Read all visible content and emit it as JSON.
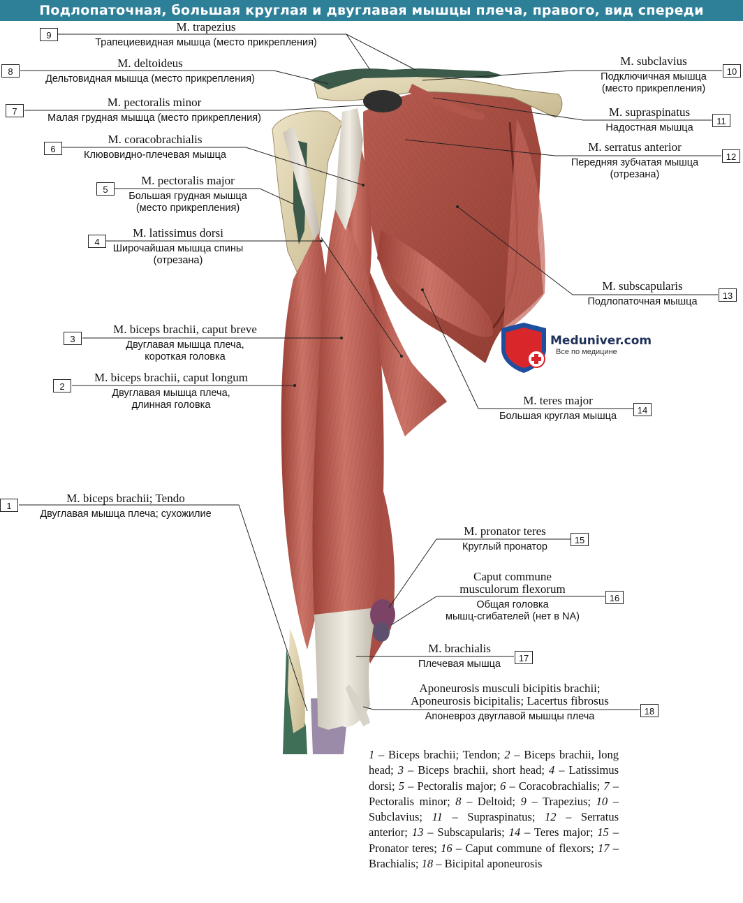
{
  "title": "Подлопаточная, большая круглая и двуглавая мышцы плеча, правого, вид спереди",
  "brand": {
    "name": "Meduniver.com",
    "tagline": "Все по медицине",
    "colors": {
      "blue": "#1f4e9e",
      "red": "#d9262b"
    }
  },
  "labels": [
    {
      "num": "9",
      "latin": "M. trapezius",
      "russian": [
        "Трапециевидная мышца (место прикрепления)"
      ]
    },
    {
      "num": "8",
      "latin": "M. deltoideus",
      "russian": [
        "Дельтовидная мышца (место прикрепления)"
      ]
    },
    {
      "num": "7",
      "latin": "M. pectoralis minor",
      "russian": [
        "Малая грудная мышца (место прикрепления)"
      ]
    },
    {
      "num": "6",
      "latin": "M. coracobrachialis",
      "russian": [
        "Клювовидно-плечевая мышца"
      ]
    },
    {
      "num": "5",
      "latin": "M. pectoralis major",
      "russian": [
        "Большая грудная мышца",
        "(место прикрепления)"
      ]
    },
    {
      "num": "4",
      "latin": "M. latissimus dorsi",
      "russian": [
        "Широчайшая мышца спины",
        "(отрезана)"
      ]
    },
    {
      "num": "3",
      "latin": "M. biceps brachii, caput breve",
      "russian": [
        "Двуглавая мышца плеча,",
        "короткая головка"
      ]
    },
    {
      "num": "2",
      "latin": "M. biceps brachii, caput longum",
      "russian": [
        "Двуглавая мышца плеча,",
        "длинная головка"
      ]
    },
    {
      "num": "1",
      "latin": "M. biceps brachii; Tendo",
      "russian": [
        "Двуглавая мышца плеча; сухожилие"
      ]
    },
    {
      "num": "10",
      "latin": "M. subclavius",
      "russian": [
        "Подключичная мышца",
        "(место прикрепления)"
      ]
    },
    {
      "num": "11",
      "latin": "M. supraspinatus",
      "russian": [
        "Надостная мышца"
      ]
    },
    {
      "num": "12",
      "latin": "M. serratus anterior",
      "russian": [
        "Передняя зубчатая мышца",
        "(отрезана)"
      ]
    },
    {
      "num": "13",
      "latin": "M. subscapularis",
      "russian": [
        "Подлопаточная мышца"
      ]
    },
    {
      "num": "14",
      "latin": "M. teres major",
      "russian": [
        "Большая круглая мышца"
      ]
    },
    {
      "num": "15",
      "latin": "M. pronator teres",
      "russian": [
        "Круглый пронатор"
      ]
    },
    {
      "num": "16",
      "latin": [
        "Caput commune",
        "musculorum flexorum"
      ],
      "russian": [
        "Общая головка",
        "мышц-сгибателей (нет в NA)"
      ]
    },
    {
      "num": "17",
      "latin": "M. brachialis",
      "russian": [
        "Плечевая мышца"
      ]
    },
    {
      "num": "18",
      "latin": [
        "Aponeurosis musculi bicipitis brachii;",
        "Aponeurosis bicipitalis; Lacertus fibrosus"
      ],
      "russian": [
        "Апоневроз двуглавой мышцы плеча"
      ]
    }
  ],
  "caption": [
    {
      "n": "1",
      "t": "Biceps brachii; Tendon;"
    },
    {
      "n": "2",
      "t": "Biceps brachii, long head;"
    },
    {
      "n": "3",
      "t": "Biceps brachii, short head;"
    },
    {
      "n": "4",
      "t": "Latissimus dorsi;"
    },
    {
      "n": "5",
      "t": "Pectoralis major;"
    },
    {
      "n": "6",
      "t": "Coracobrachialis;"
    },
    {
      "n": "7",
      "t": "Pectoralis minor;"
    },
    {
      "n": "8",
      "t": "Deltoid;"
    },
    {
      "n": "9",
      "t": "Trapezius;"
    },
    {
      "n": "10",
      "t": "Subclavius;"
    },
    {
      "n": "11",
      "t": "Supraspinatus;"
    },
    {
      "n": "12",
      "t": "Serratus anterior;"
    },
    {
      "n": "13",
      "t": "Subscapularis;"
    },
    {
      "n": "14",
      "t": "Teres major;"
    },
    {
      "n": "15",
      "t": "Pronator teres;"
    },
    {
      "n": "16",
      "t": "Caput commune of flexors;"
    },
    {
      "n": "17",
      "t": "Brachialis;"
    },
    {
      "n": "18",
      "t": "Bicipital aponeurosis"
    }
  ]
}
